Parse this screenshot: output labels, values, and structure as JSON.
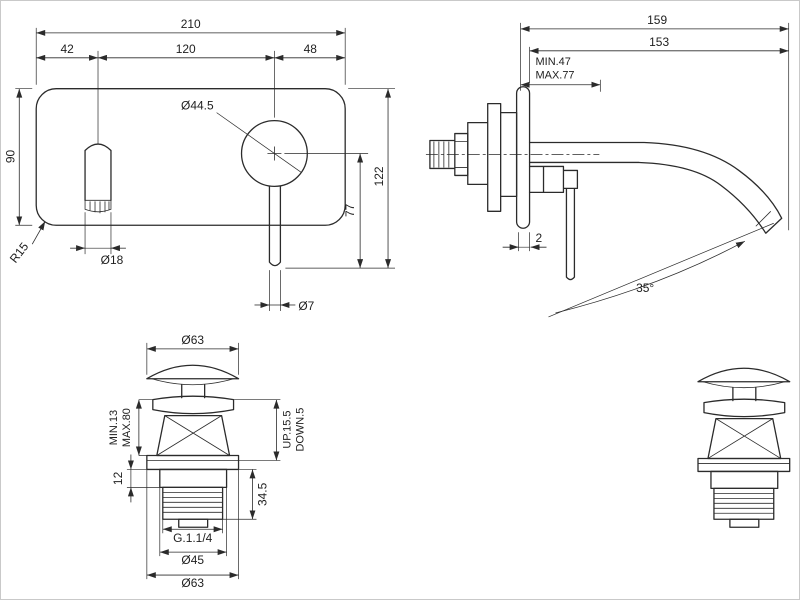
{
  "drawing": {
    "stroke_color": "#2b2b2b",
    "front": {
      "total_width": "210",
      "left_to_spout": "42",
      "spout_to_handle": "120",
      "handle_to_edge": "48",
      "plate_height": "90",
      "corner_radius": "R15",
      "handle_diameter": "Ø44.5",
      "spout_diameter": "Ø18",
      "lever_diameter": "Ø7",
      "handle_to_lever_tip": "77",
      "top_to_lever_tip": "122"
    },
    "side": {
      "total_reach": "159",
      "spout_reach": "153",
      "depth_min": "MIN.47",
      "depth_max": "MAX.77",
      "plate_thickness": "2",
      "spout_angle": "35°"
    },
    "drain": {
      "cap_diameter": "Ø63",
      "deck_min": "MIN.13",
      "deck_max": "MAX.80",
      "travel_up": "UP.15.5",
      "travel_down": "DOWN.5",
      "body_height": "34.5",
      "collar_height": "12",
      "thread_size": "G.1.1/4",
      "body_diameter": "Ø45",
      "flange_diameter": "Ø63"
    }
  }
}
